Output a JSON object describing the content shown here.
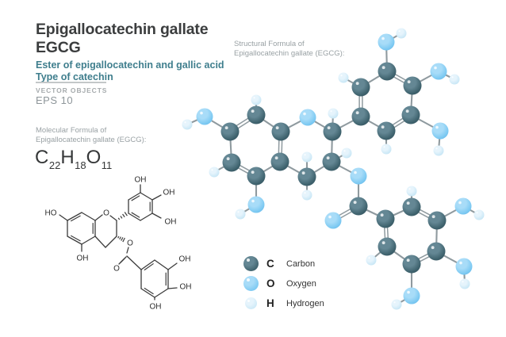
{
  "header": {
    "title_line1": "Epigallocatechin gallate",
    "title_line2": "EGCG",
    "subtitle_line1": "Ester of epigallocatechin and gallic acid",
    "subtitle_line2": "Type of catechin",
    "brand": "VECTOR OBJECTS",
    "format": "EPS 10"
  },
  "molecular_formula": {
    "label_line1": "Molecular Formula of",
    "label_line2": "Epigallocatechin gallate (EGCG):",
    "segments": [
      {
        "text": "C",
        "sub": false
      },
      {
        "text": "22",
        "sub": true
      },
      {
        "text": "H",
        "sub": false
      },
      {
        "text": "18",
        "sub": true
      },
      {
        "text": "O",
        "sub": false
      },
      {
        "text": "11",
        "sub": true
      }
    ]
  },
  "structural_formula": {
    "label_line1": "Structural Formula of",
    "label_line2": "Epigallocatechin gallate (EGCG):"
  },
  "legend": {
    "items": [
      {
        "symbol": "C",
        "name": "Carbon",
        "element": "C",
        "size": 19
      },
      {
        "symbol": "O",
        "name": "Oxygen",
        "element": "O",
        "size": 19
      },
      {
        "symbol": "H",
        "name": "Hydrogen",
        "element": "H",
        "size": 15
      }
    ]
  },
  "colors": {
    "C": {
      "base": "#3e626d",
      "light": "#648794",
      "edge": "#35545f"
    },
    "O": {
      "base": "#7cc9f2",
      "light": "#a8dcf8",
      "edge": "#69b9e8"
    },
    "H": {
      "base": "#cde9f7",
      "light": "#e6f4fc",
      "edge": "#bfe1f2"
    },
    "bond3d": "#8f9a9f",
    "line2d": "#3c3c3c",
    "label2d": "#2e2e2e"
  },
  "structure_2d": {
    "bonds": [
      [
        85,
        278,
        103,
        268,
        "d",
        102.5,
        288
      ],
      [
        103,
        268,
        120,
        278,
        "s"
      ],
      [
        120,
        278,
        120,
        298,
        "d",
        102.5,
        288
      ],
      [
        120,
        298,
        103,
        308,
        "s"
      ],
      [
        103,
        308,
        85,
        298,
        "d",
        102.5,
        288
      ],
      [
        85,
        298,
        85,
        278,
        "s"
      ],
      [
        85,
        278,
        75,
        271,
        "s"
      ],
      [
        103,
        308,
        103,
        317,
        "s"
      ],
      [
        120,
        278,
        129,
        271,
        "s"
      ],
      [
        139,
        272,
        147,
        278,
        "s"
      ],
      [
        147,
        278,
        147,
        298,
        "s"
      ],
      [
        147,
        298,
        133,
        312,
        "s"
      ],
      [
        133,
        312,
        120,
        298,
        "s"
      ],
      [
        147,
        278,
        160,
        269,
        "h"
      ],
      [
        147,
        298,
        157,
        303,
        "h"
      ],
      [
        162,
        252,
        177,
        243,
        "d",
        177,
        260.5
      ],
      [
        177,
        243,
        192,
        252,
        "s"
      ],
      [
        192,
        252,
        192,
        269,
        "d",
        177,
        260.5
      ],
      [
        192,
        269,
        177,
        278,
        "s"
      ],
      [
        177,
        278,
        162,
        269,
        "d",
        177,
        260.5
      ],
      [
        162,
        269,
        162,
        252,
        "s"
      ],
      [
        177,
        243,
        177,
        233,
        "s"
      ],
      [
        192,
        252,
        203,
        246,
        "s"
      ],
      [
        192,
        269,
        203,
        275,
        "s"
      ],
      [
        162,
        312,
        160,
        319,
        "s"
      ],
      [
        159,
        324,
        152,
        331,
        "s"
      ],
      [
        157,
        326,
        150,
        333,
        "s"
      ],
      [
        160,
        323,
        178,
        340,
        "s"
      ],
      [
        178,
        340,
        195,
        328,
        "d",
        195,
        351.5
      ],
      [
        195,
        328,
        212,
        340,
        "s"
      ],
      [
        212,
        340,
        212,
        364,
        "d",
        195,
        351.5
      ],
      [
        212,
        364,
        195,
        375,
        "s"
      ],
      [
        195,
        375,
        178,
        364,
        "d",
        195,
        351.5
      ],
      [
        178,
        364,
        178,
        340,
        "s"
      ],
      [
        212,
        340,
        223,
        332,
        "s"
      ],
      [
        212,
        364,
        223,
        363,
        "s"
      ],
      [
        195,
        375,
        195,
        378,
        "s"
      ]
    ],
    "labels": [
      [
        "HO",
        64,
        268
      ],
      [
        "O",
        134,
        268
      ],
      [
        "OH",
        104,
        325
      ],
      [
        "OH",
        177,
        226
      ],
      [
        "OH",
        213,
        242
      ],
      [
        "OH",
        215,
        279
      ],
      [
        "O",
        164,
        306
      ],
      [
        "O",
        147,
        338
      ],
      [
        "OH",
        233,
        326
      ],
      [
        "OH",
        234,
        361
      ],
      [
        "OH",
        196,
        386
      ]
    ]
  },
  "model_3d": {
    "radii": {
      "C": 11.5,
      "O": 10.5,
      "H": 6.5
    },
    "atoms": [
      [
        "C",
        290,
        166
      ],
      [
        "C",
        323,
        145
      ],
      [
        "C",
        354,
        166
      ],
      [
        "C",
        353,
        204
      ],
      [
        "C",
        323,
        222
      ],
      [
        "C",
        292,
        205
      ],
      [
        "O",
        258,
        147
      ],
      [
        "H",
        236,
        157
      ],
      [
        "H",
        323,
        126
      ],
      [
        "O",
        323,
        258
      ],
      [
        "H",
        303,
        270
      ],
      [
        "H",
        270,
        217
      ],
      [
        "O",
        388,
        148
      ],
      [
        "C",
        419,
        166
      ],
      [
        "C",
        418,
        204
      ],
      [
        "C",
        387,
        223
      ],
      [
        "H",
        420,
        143
      ],
      [
        "H",
        437,
        193
      ],
      [
        "H",
        387,
        198
      ],
      [
        "H",
        387,
        246
      ],
      [
        "C",
        455,
        147
      ],
      [
        "C",
        455,
        110
      ],
      [
        "C",
        488,
        90
      ],
      [
        "C",
        520,
        108
      ],
      [
        "C",
        518,
        145
      ],
      [
        "C",
        487,
        165
      ],
      [
        "H",
        433,
        98
      ],
      [
        "O",
        487,
        53
      ],
      [
        "H",
        506,
        42
      ],
      [
        "O",
        553,
        90
      ],
      [
        "H",
        573,
        100
      ],
      [
        "O",
        555,
        165
      ],
      [
        "H",
        553,
        190
      ],
      [
        "H",
        487,
        188
      ],
      [
        "O",
        452,
        222
      ],
      [
        "C",
        452,
        260
      ],
      [
        "O",
        420,
        278
      ],
      [
        "C",
        486,
        276
      ],
      [
        "C",
        519,
        261
      ],
      [
        "C",
        551,
        278
      ],
      [
        "C",
        550,
        317
      ],
      [
        "C",
        519,
        333
      ],
      [
        "C",
        488,
        311
      ],
      [
        "H",
        519,
        241
      ],
      [
        "O",
        584,
        260
      ],
      [
        "H",
        604,
        271
      ],
      [
        "O",
        585,
        336
      ],
      [
        "H",
        586,
        358
      ],
      [
        "O",
        519,
        373
      ],
      [
        "H",
        500,
        384
      ],
      [
        "H",
        468,
        328
      ]
    ],
    "bonds": [
      [
        0,
        1,
        1
      ],
      [
        1,
        2,
        0
      ],
      [
        2,
        3,
        1
      ],
      [
        3,
        4,
        0
      ],
      [
        4,
        5,
        1
      ],
      [
        5,
        0,
        0
      ],
      [
        0,
        6,
        0
      ],
      [
        6,
        7,
        0
      ],
      [
        1,
        8,
        0
      ],
      [
        4,
        9,
        0
      ],
      [
        9,
        10,
        0
      ],
      [
        5,
        11,
        0
      ],
      [
        2,
        12,
        0
      ],
      [
        12,
        13,
        0
      ],
      [
        13,
        14,
        0
      ],
      [
        14,
        15,
        0
      ],
      [
        15,
        3,
        0
      ],
      [
        13,
        16,
        0
      ],
      [
        14,
        17,
        0
      ],
      [
        15,
        18,
        0
      ],
      [
        15,
        19,
        0
      ],
      [
        13,
        20,
        0
      ],
      [
        20,
        21,
        1
      ],
      [
        21,
        22,
        0
      ],
      [
        22,
        23,
        1
      ],
      [
        23,
        24,
        0
      ],
      [
        24,
        25,
        1
      ],
      [
        25,
        20,
        0
      ],
      [
        21,
        26,
        0
      ],
      [
        22,
        27,
        0
      ],
      [
        27,
        28,
        0
      ],
      [
        23,
        29,
        0
      ],
      [
        29,
        30,
        0
      ],
      [
        24,
        31,
        0
      ],
      [
        31,
        32,
        0
      ],
      [
        25,
        33,
        0
      ],
      [
        14,
        34,
        0
      ],
      [
        34,
        35,
        0
      ],
      [
        35,
        36,
        1
      ],
      [
        35,
        37,
        0
      ],
      [
        37,
        38,
        0
      ],
      [
        38,
        39,
        1
      ],
      [
        39,
        40,
        0
      ],
      [
        40,
        41,
        1
      ],
      [
        41,
        42,
        0
      ],
      [
        42,
        37,
        1
      ],
      [
        38,
        43,
        0
      ],
      [
        39,
        44,
        0
      ],
      [
        44,
        45,
        0
      ],
      [
        40,
        46,
        0
      ],
      [
        46,
        47,
        0
      ],
      [
        41,
        48,
        0
      ],
      [
        48,
        49,
        0
      ],
      [
        42,
        50,
        0
      ]
    ]
  }
}
